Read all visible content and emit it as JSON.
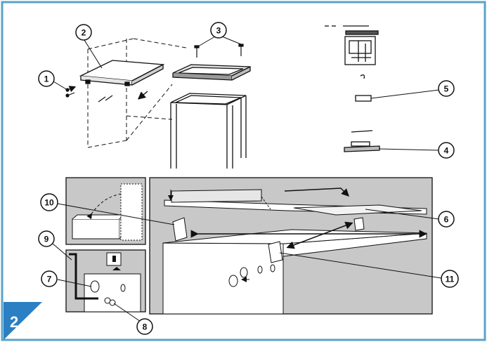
{
  "figure": {
    "step_number": "2",
    "frame_color": "#5aa3c8",
    "panel_fill": "#c8c8c8",
    "badge_color": "#2b7fc2",
    "callouts": [
      "1",
      "2",
      "3",
      "4",
      "5",
      "6",
      "7",
      "8",
      "9",
      "10",
      "11"
    ]
  }
}
